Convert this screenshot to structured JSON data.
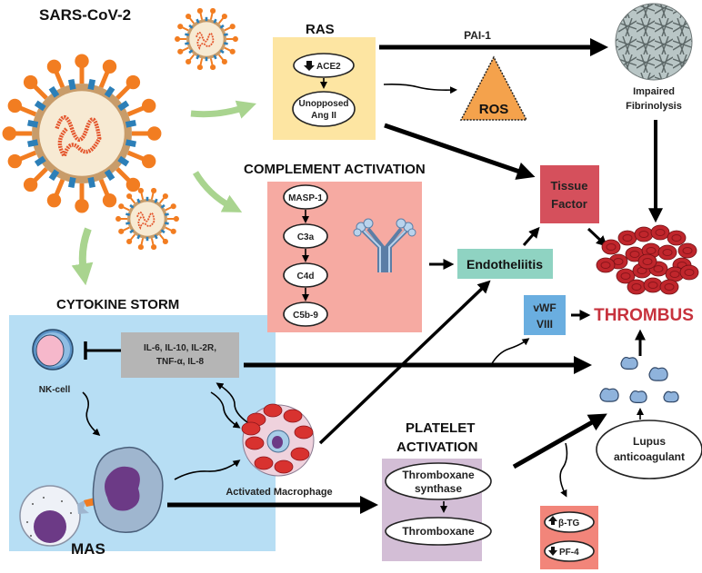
{
  "title": "SARS-CoV-2",
  "colors": {
    "ras_box": "#fde5a2",
    "complement_box": "#f6aaa2",
    "cytokine_box": "#b7def4",
    "cytokine_list_box": "#b5b5b5",
    "platelet_box": "#d3bed6",
    "markers_box": "#f2857a",
    "ros_triangle": "#f4a24c",
    "tissue_factor_box": "#d5505c",
    "endotheliitis_box": "#8fd3c2",
    "vwf_box": "#6aaee0",
    "thrombus_text": "#c7323d",
    "green_arrow": "#a9d48f",
    "virus_spike": "#f27d21",
    "virus_protein": "#2c7fb8",
    "rbc": "#c0262c",
    "platelet": "#8fb3dc"
  },
  "ras": {
    "heading": "RAS",
    "ace2": "ACE2",
    "ace2_direction": "down",
    "ang_line1": "Unopposed",
    "ang_line2": "Ang II"
  },
  "pai1": "PAI-1",
  "ros": "ROS",
  "fibrinolysis": {
    "line1": "Impaired",
    "line2": "Fibrinolysis"
  },
  "complement": {
    "heading": "COMPLEMENT ACTIVATION",
    "steps": [
      "MASP-1",
      "C3a",
      "C4d",
      "C5b-9"
    ]
  },
  "tissue_factor": {
    "line1": "Tissue",
    "line2": "Factor"
  },
  "endotheliitis": "Endotheliitis",
  "vwf": {
    "line1": "vWF",
    "line2": "VIII"
  },
  "thrombus": "THROMBUS",
  "cytokine": {
    "heading": "CYTOKINE STORM",
    "list_line1": "IL-6, IL-10, IL-2R,",
    "list_line2": "TNF-α, IL-8",
    "nk_cell": "NK-cell",
    "mas": "MAS",
    "activated_macrophage": "Activated Macrophage"
  },
  "platelet": {
    "heading_line1": "PLATELET",
    "heading_line2": "ACTIVATION",
    "steps": [
      {
        "line1": "Thromboxane",
        "line2": "synthase"
      },
      {
        "line1": "Thromboxane",
        "line2": ""
      }
    ]
  },
  "markers": [
    {
      "label": "β-TG",
      "direction": "up"
    },
    {
      "label": "PF-4",
      "direction": "down"
    }
  ],
  "lupus": {
    "line1": "Lupus",
    "line2": "anticoagulant"
  }
}
